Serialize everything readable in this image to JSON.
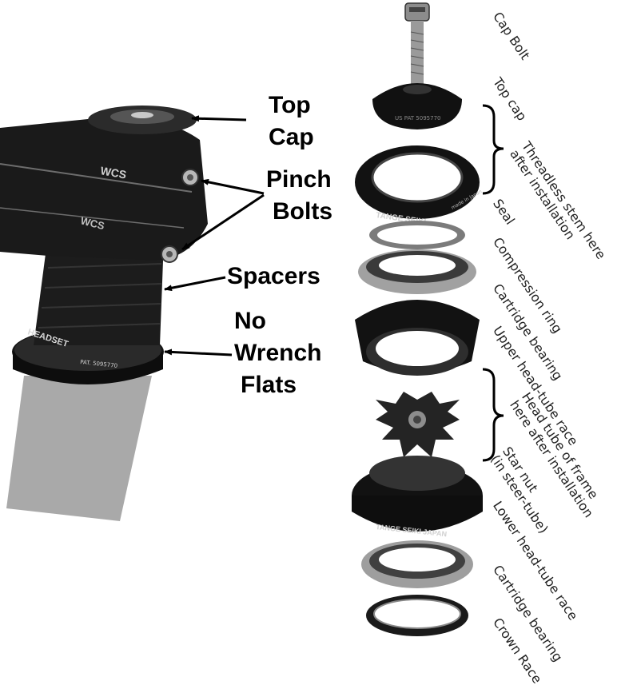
{
  "figure": {
    "colors": {
      "ink": "#111111",
      "metal": "#9a9a9a",
      "tube": "#a9a9a9",
      "background": "#ffffff"
    },
    "stem_logo": "HEADSET",
    "stem_patent": "PAT. 5095770",
    "stem_brand": "WCS"
  },
  "stem_callouts": {
    "top_cap": [
      "Top",
      "Cap"
    ],
    "pinch_bolts": [
      "Pinch",
      "Bolts"
    ],
    "spacers": "Spacers",
    "no_wrench_flats": [
      "No",
      "Wrench",
      "Flats"
    ]
  },
  "headset_parts": {
    "cap_bolt": "Cap Bolt",
    "top_cap": "Top cap",
    "threadless_stem": [
      "Threadless stem here",
      "after installation"
    ],
    "seal": "Seal",
    "compression_ring": "Compression ring",
    "cartridge_bearing_upper": "Cartridge bearing",
    "upper_race": "Upper head-tube race",
    "head_tube": [
      "Head tube of frame",
      "here after installation"
    ],
    "star_nut": [
      "Star nut",
      "(in steer-tube)"
    ],
    "lower_race": "Lower head-tube race",
    "cartridge_bearing_lower": "Cartridge bearing",
    "crown_race": "Crown Race"
  },
  "engravings": {
    "top_cap_patent": "US PAT 5095770",
    "upper_cup_brand": "TANGE SEIKI",
    "upper_cup_made": "made in Japan",
    "lower_cup_brand": "TANGE SEIKI JAPAN"
  }
}
